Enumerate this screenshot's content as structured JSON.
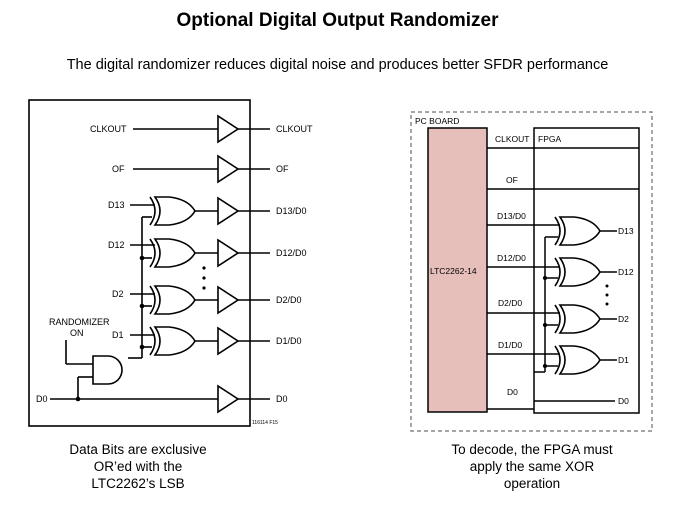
{
  "title": "Optional Digital Output Randomizer",
  "subtitle": "The digital  randomizer reduces digital  noise and produces better SFDR performance",
  "left": {
    "inputs": {
      "clkout": "CLKOUT",
      "of": "OF",
      "d13": "D13",
      "d12": "D12",
      "d2": "D2",
      "d1": "D1",
      "d0": "D0"
    },
    "randomizer": [
      "RANDOMIZER",
      "ON"
    ],
    "outputs": {
      "clkout": "CLKOUT",
      "of": "OF",
      "d13": "D13/D0",
      "d12": "D12/D0",
      "d2": "D2/D0",
      "d1": "D1/D0",
      "d0": "D0"
    },
    "fig_id": "116114 F15",
    "caption": [
      "Data Bits are exclusive",
      "OR’ed with the",
      "LTC2262’s LSB"
    ]
  },
  "right": {
    "board_label": "PC BOARD",
    "adc_label": "LTC2262-14",
    "fpga_label": "FPGA",
    "lines": {
      "clkout": "CLKOUT",
      "of": "OF",
      "d13": "D13/D0",
      "d12": "D12/D0",
      "d2": "D2/D0",
      "d1": "D1/D0",
      "d0": "D0"
    },
    "outputs": {
      "d13": "D13",
      "d12": "D12",
      "d2": "D2",
      "d1": "D1",
      "d0": "D0"
    },
    "caption": [
      "To decode, the FPGA must",
      "apply the same XOR",
      "operation"
    ]
  }
}
